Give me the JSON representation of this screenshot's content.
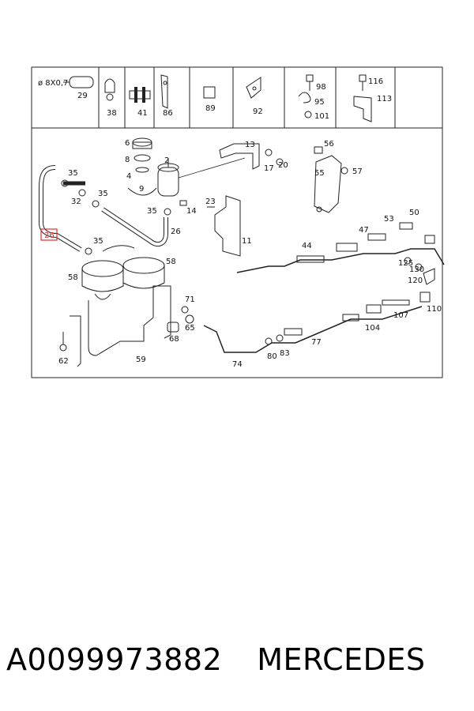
{
  "header_cells": [
    {
      "labels": [
        "ø 8X0,7",
        "29"
      ]
    },
    {
      "labels": [
        "38"
      ]
    },
    {
      "labels": [
        "41"
      ]
    },
    {
      "labels": [
        "86"
      ]
    },
    {
      "labels": [
        "89"
      ]
    },
    {
      "labels": [
        "92"
      ]
    },
    {
      "labels": [
        "98",
        "95",
        "101"
      ]
    },
    {
      "labels": [
        "116",
        "113"
      ]
    }
  ],
  "callouts": {
    "highlighted": "26",
    "part_6": "6",
    "part_8": "8",
    "part_2": "2",
    "part_4": "4",
    "part_9": "9",
    "part_35a": "35",
    "part_32": "32",
    "part_35b": "35",
    "part_35c": "35",
    "part_23": "23",
    "part_14": "14",
    "part_26b": "26",
    "part_35d": "35",
    "part_58a": "58",
    "part_58b": "58",
    "part_71": "71",
    "part_65": "65",
    "part_68": "68",
    "part_62": "62",
    "part_59": "59",
    "part_13": "13",
    "part_17": "17",
    "part_20": "20",
    "part_11": "11",
    "part_56": "56",
    "part_55": "55",
    "part_57": "57",
    "part_44": "44",
    "part_47": "47",
    "part_53": "53",
    "part_50": "50",
    "part_125": "125",
    "part_130": "130",
    "part_120": "120",
    "part_74": "74",
    "part_80": "80",
    "part_83": "83",
    "part_77": "77",
    "part_104": "104",
    "part_107": "107",
    "part_110": "110"
  },
  "caption": {
    "part_number": "A0099973882",
    "brand": "MERCEDES"
  },
  "colors": {
    "highlight_box": "#e03030",
    "line": "#222222"
  }
}
